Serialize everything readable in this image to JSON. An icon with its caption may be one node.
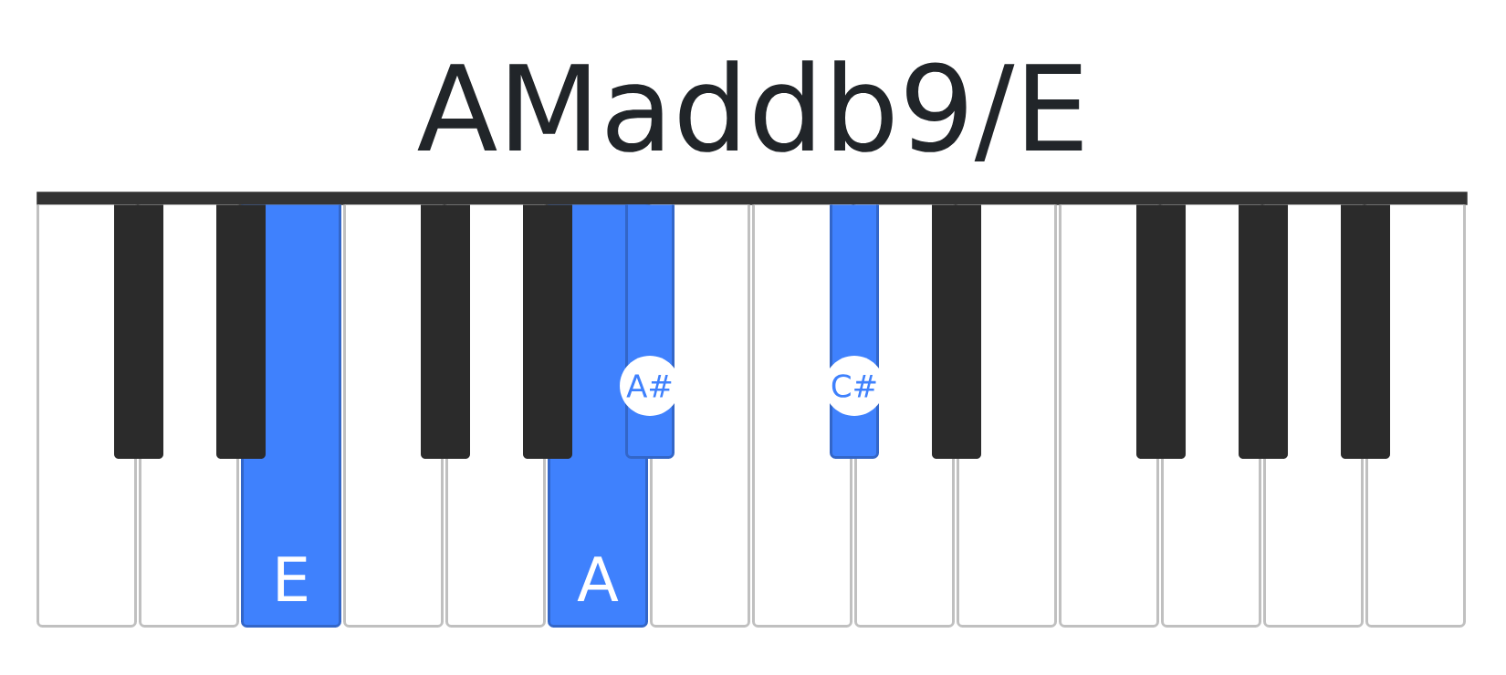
{
  "diagram": {
    "title": "AMaddb9/E",
    "nodes": [
      {
        "text": [],
        "shape": "bar"
      },
      {
        "text": [],
        "shape": "box"
      },
      {
        "text": [],
        "shape": "box"
      },
      {
        "text": [],
        "shape": "box"
      },
      {
        "text": [],
        "shape": "box"
      },
      {
        "text": [
          "E"
        ]
      },
      {
        "text": [],
        "shape": "box"
      },
      {
        "text": [],
        "shape": "box"
      },
      {
        "text": [],
        "shape": "box"
      },
      {
        "text": [],
        "shape": "box"
      },
      {
        "text": [
          "A"
        ]
      },
      {
        "text": [
          "A#"
        ]
      },
      {
        "text": [],
        "shape": "box"
      },
      {
        "text": [],
        "shape": "box"
      },
      {
        "text": [
          "C#"
        ]
      },
      {
        "text": [],
        "shape": "box"
      },
      {
        "text": [],
        "shape": "box"
      },
      {
        "text": [],
        "shape": "box"
      },
      {
        "text": [],
        "shape": "box"
      },
      {
        "text": [],
        "shape": "box"
      },
      {
        "text": [],
        "shape": "box"
      },
      {
        "text": [],
        "shape": "box"
      },
      {
        "text": [],
        "shape": "box"
      },
      {
        "text": [],
        "shape": "box"
      },
      {
        "text": [],
        "shape": "box"
      }
    ]
  }
}
